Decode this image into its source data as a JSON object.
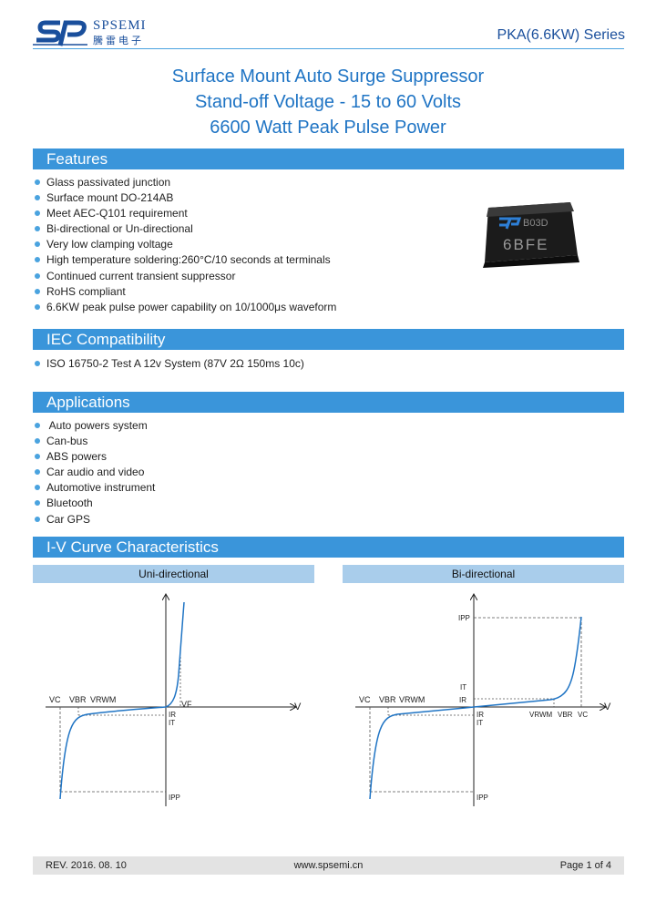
{
  "header": {
    "logo_letters": "SP",
    "brand": "SPSEMI",
    "brand_cn": "騰雷电子",
    "series": "PKA(6.6KW) Series"
  },
  "titles": [
    "Surface Mount Auto Surge Suppressor",
    "Stand-off Voltage - 15 to 60 Volts",
    "6600 Watt Peak Pulse Power"
  ],
  "features": {
    "heading": "Features",
    "items": [
      "Glass passivated junction",
      "Surface mount DO-214AB",
      "Meet AEC-Q101 requirement",
      "Bi-directional or Un-directional",
      "Very low clamping voltage",
      "High temperature soldering:260°C/10 seconds at terminals",
      "Continued current transient suppressor",
      "RoHS compliant",
      "6.6KW peak pulse power capability on 10/1000μs waveform"
    ],
    "chip_marking_top": "B03D",
    "chip_marking_main": "6BFE"
  },
  "iec": {
    "heading": "IEC Compatibility",
    "items": [
      "ISO 16750-2 Test A  12v System (87V 2Ω  150ms 10c)"
    ]
  },
  "applications": {
    "heading": "Applications",
    "items": [
      " Auto powers system",
      "Can-bus",
      "ABS powers",
      "Car audio and video",
      "Automotive instrument",
      "Bluetooth",
      "Car GPS"
    ]
  },
  "iv": {
    "heading": "I-V Curve Characteristics",
    "uni": {
      "label": "Uni-directional",
      "vc": "VC",
      "vbr": "VBR",
      "vrwm": "VRWM",
      "v": "V",
      "vf": "VF",
      "ir": "IR",
      "it": "IT",
      "ipp": "IPP"
    },
    "bi": {
      "label": "Bi-directional",
      "vc": "VC",
      "vbr": "VBR",
      "vrwm": "VRWM",
      "v": "V",
      "ipp_top": "IPP",
      "it_top": "IT",
      "ir_top": "IR",
      "ir_bot": "IR",
      "it_bot": "IT",
      "ipp_bot": "IPP",
      "vrwm_r": "VRWM",
      "vbr_r": "VBR",
      "vc_r": "VC"
    }
  },
  "footer": {
    "rev": "REV. 2016. 08. 10",
    "url": "www.spsemi.cn",
    "page": "Page 1 of 4"
  },
  "colors": {
    "accent": "#3a95da",
    "title": "#1f74c4",
    "curve": "#1f74c4",
    "sub_bar": "#a9cdeb"
  }
}
